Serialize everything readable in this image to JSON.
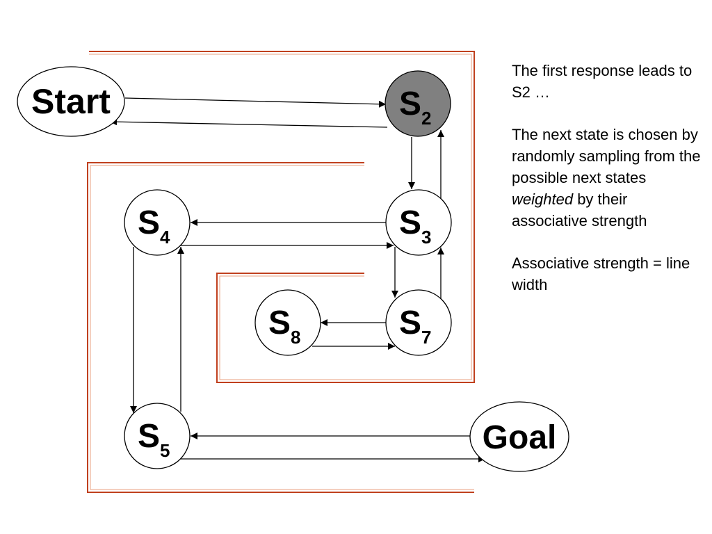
{
  "nodes": {
    "start": {
      "label": "Start"
    },
    "s2": {
      "main": "S",
      "sub": "2"
    },
    "s3": {
      "main": "S",
      "sub": "3"
    },
    "s4": {
      "main": "S",
      "sub": "4"
    },
    "s5": {
      "main": "S",
      "sub": "5"
    },
    "s7": {
      "main": "S",
      "sub": "7"
    },
    "s8": {
      "main": "S",
      "sub": "8"
    },
    "goal": {
      "label": "Goal"
    }
  },
  "colors": {
    "wall": "#c0401e",
    "highlight_node": "#808080",
    "node_fill": "#ffffff"
  },
  "notes": {
    "p1": "The first response leads to S2 …",
    "p2_a": "The next state is chosen by randomly sampling from the possible next states ",
    "p2_em": "weighted",
    "p2_b": " by their associative strength",
    "p3": "Associative strength = line width"
  }
}
